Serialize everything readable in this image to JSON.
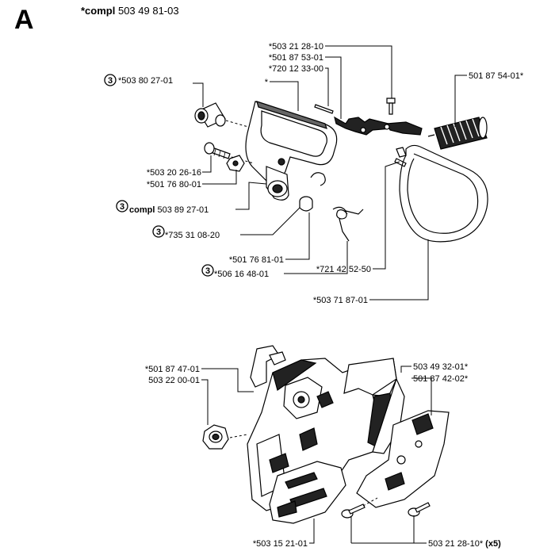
{
  "header": {
    "letter": "A",
    "compl_prefix": "*compl",
    "compl_number": "503 49 81-03"
  },
  "callouts": {
    "p1": {
      "num": "3",
      "text": "*503 80 27-01"
    },
    "p2": {
      "text": "*503 20 26-16"
    },
    "p3": {
      "text": "*501 76 80-01"
    },
    "p4": {
      "num": "3",
      "bold_prefix": "compl",
      "text": " 503 89 27-01"
    },
    "p5": {
      "num": "3",
      "text": " *735 31 08-20"
    },
    "p6": {
      "text": "*501 76 81-01"
    },
    "p7": {
      "num": "3",
      "text": "*506 16 48-01"
    },
    "p8": {
      "text": "*721 42 52-50"
    },
    "p9": {
      "text": "*503 71 87-01"
    },
    "p10": {
      "text": "*503 21 28-10"
    },
    "p11": {
      "text": "*501 87 53-01"
    },
    "p12": {
      "text": "*720 12 33-00"
    },
    "p13": {
      "text": "*"
    },
    "p14": {
      "text": "501 87 54-01*"
    },
    "p15": {
      "text": "*501 87 47-01"
    },
    "p16": {
      "text": "503 22 00-01"
    },
    "p17": {
      "text": "503 49 32-01*"
    },
    "p18": {
      "text": "501 87 42-02*"
    },
    "p19": {
      "text": "*503 15 21-01"
    },
    "p20": {
      "text": "503 21 28-10*",
      "suffix": " (x5)"
    }
  }
}
